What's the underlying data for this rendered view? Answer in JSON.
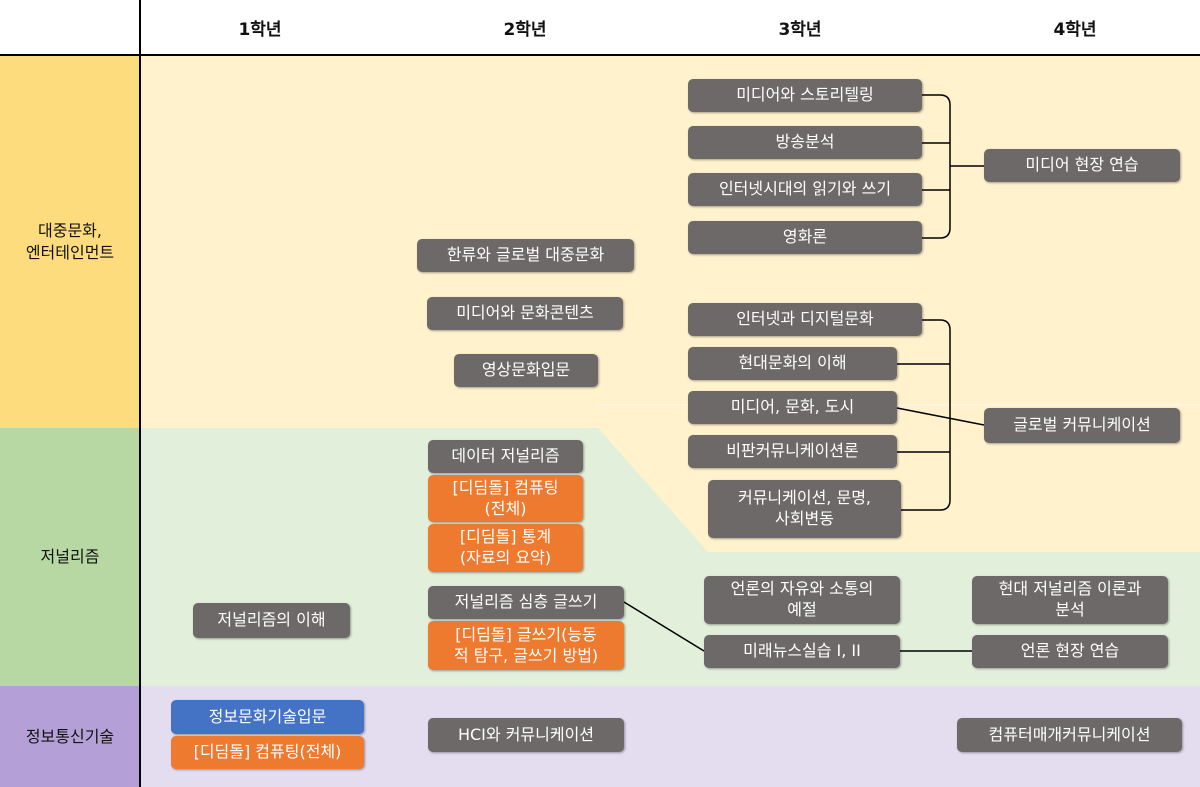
{
  "headers": [
    "1학년",
    "2학년",
    "3학년",
    "4학년"
  ],
  "categories": {
    "culture": "대중문화,\n엔터테인먼트",
    "journalism": "저널리즘",
    "ict": "정보통신기술"
  },
  "courses": {
    "media_story": "미디어와 스토리텔링",
    "broadcast": "방송분석",
    "internet_reading": "인터넷시대의 읽기와 쓰기",
    "film": "영화론",
    "media_practice": "미디어 현장 연습",
    "hallyu": "한류와 글로벌 대중문화",
    "media_content": "미디어와 문화콘텐츠",
    "video_intro": "영상문화입문",
    "internet_digital": "인터넷과 디지털문화",
    "modern_culture": "현대문화의 이해",
    "media_city": "미디어, 문화, 도시",
    "critical_comm": "비판커뮤니케이션론",
    "global_comm": "글로벌 커뮤니케이션",
    "comm_civ": "커뮤니케이션, 문명,\n사회변동",
    "data_journalism": "데이터 저널리즘",
    "stepping_computing": "[디딤돌] 컴퓨팅\n(전체)",
    "stepping_stats": "[디딤돌] 통계\n(자료의 요약)",
    "journalism_intro": "저널리즘의 이해",
    "deep_writing": "저널리즘 심층 글쓰기",
    "stepping_writing": "[디딤돌] 글쓰기(능동\n적 탐구, 글쓰기 방법)",
    "press_freedom": "언론의 자유와 소통의\n예절",
    "future_news": "미래뉴스실습 I, II",
    "modern_journalism": "현대 저널리즘 이론과\n분석",
    "press_practice": "언론 현장 연습",
    "info_culture": "정보문화기술입문",
    "stepping_computing_all": "[디딤돌] 컴퓨팅(전체)",
    "hci": "HCI와 커뮤니케이션",
    "cmc": "컴퓨터매개커뮤니케이션"
  },
  "colors": {
    "culture_side": "#fddc7e",
    "culture_bg": "#fff2cc",
    "journalism_side": "#b7d7a3",
    "journalism_bg": "#e2efda",
    "ict_side": "#b4a0d6",
    "ict_bg": "#e4dcef",
    "gray_box": "#6d6969",
    "orange_box": "#ee7a2f",
    "blue_box": "#4472c4"
  }
}
